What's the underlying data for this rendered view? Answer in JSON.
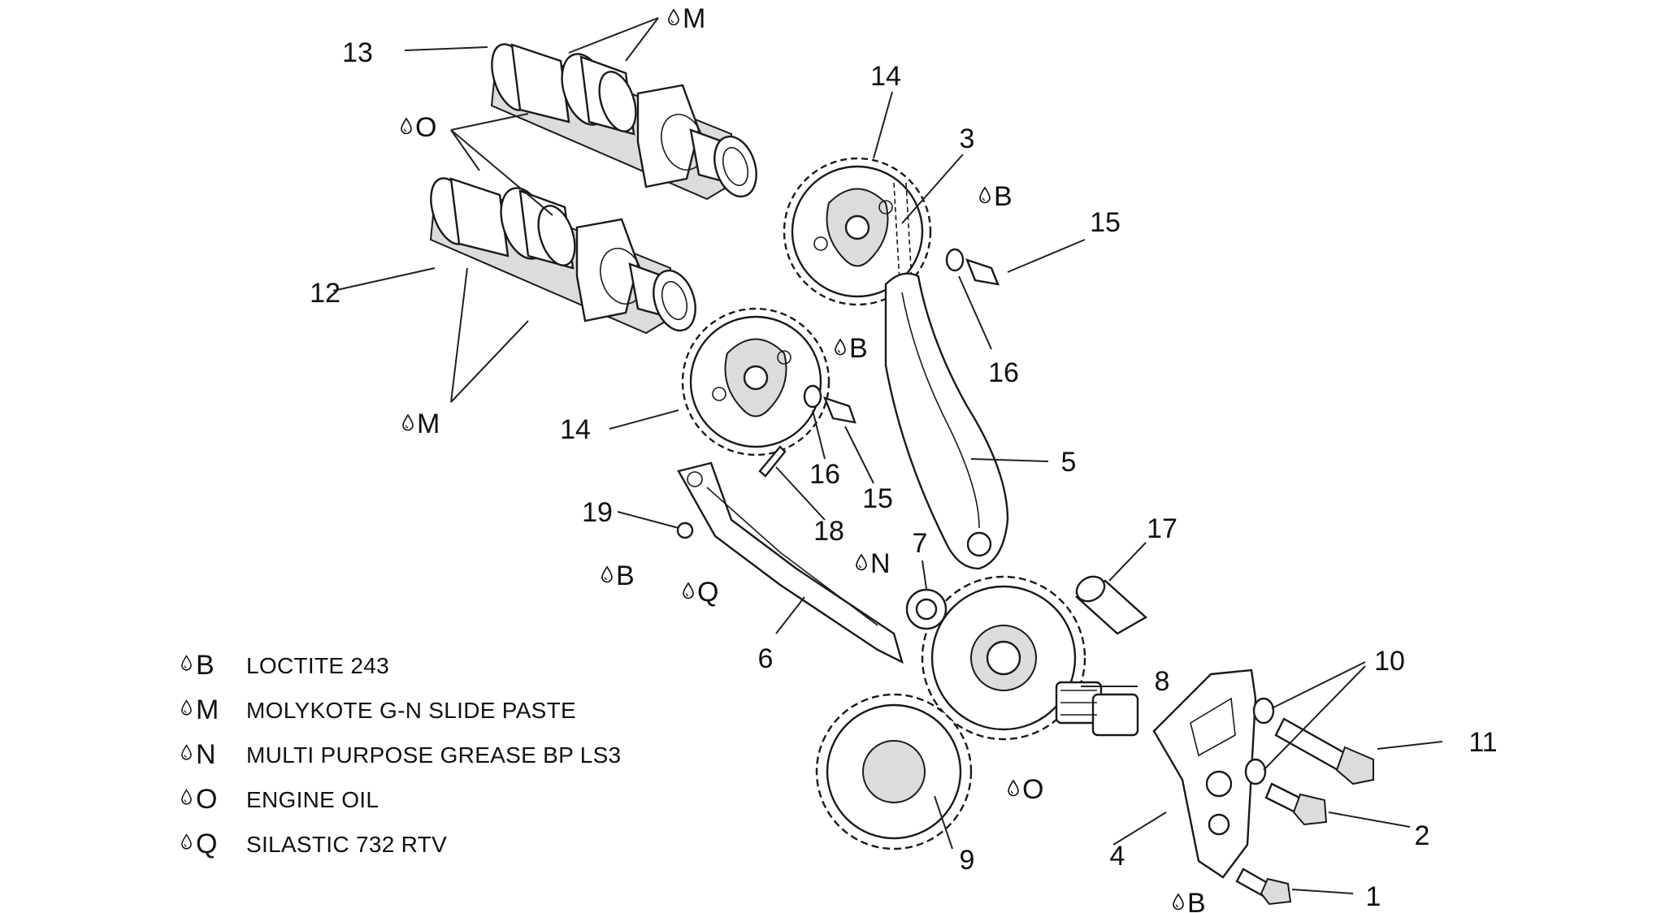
{
  "callouts": [
    {
      "id": "13",
      "label": "13"
    },
    {
      "id": "12",
      "label": "12"
    },
    {
      "id": "14a",
      "label": "14"
    },
    {
      "id": "14b",
      "label": "14"
    },
    {
      "id": "3",
      "label": "3"
    },
    {
      "id": "15a",
      "label": "15"
    },
    {
      "id": "16a",
      "label": "16"
    },
    {
      "id": "16b",
      "label": "16"
    },
    {
      "id": "15b",
      "label": "15"
    },
    {
      "id": "5",
      "label": "5"
    },
    {
      "id": "18",
      "label": "18"
    },
    {
      "id": "19",
      "label": "19"
    },
    {
      "id": "7",
      "label": "7"
    },
    {
      "id": "17",
      "label": "17"
    },
    {
      "id": "6",
      "label": "6"
    },
    {
      "id": "8",
      "label": "8"
    },
    {
      "id": "10",
      "label": "10"
    },
    {
      "id": "11",
      "label": "11"
    },
    {
      "id": "2",
      "label": "2"
    },
    {
      "id": "9",
      "label": "9"
    },
    {
      "id": "4",
      "label": "4"
    },
    {
      "id": "1",
      "label": "1"
    }
  ],
  "lube_marks": [
    {
      "id": "m-top",
      "letter": "M"
    },
    {
      "id": "o-top",
      "letter": "O"
    },
    {
      "id": "m-mid",
      "letter": "M"
    },
    {
      "id": "b-15",
      "letter": "B"
    },
    {
      "id": "b-15b",
      "letter": "B"
    },
    {
      "id": "b-19",
      "letter": "B"
    },
    {
      "id": "q-6",
      "letter": "Q"
    },
    {
      "id": "n-7",
      "letter": "N"
    },
    {
      "id": "o-8",
      "letter": "O"
    },
    {
      "id": "b-1",
      "letter": "B"
    }
  ],
  "legend": [
    {
      "code": "B",
      "text": "LOCTITE 243"
    },
    {
      "code": "M",
      "text": "MOLYKOTE G-N SLIDE PASTE"
    },
    {
      "code": "N",
      "text": "MULTI PURPOSE GREASE BP LS3"
    },
    {
      "code": "O",
      "text": "ENGINE OIL"
    },
    {
      "code": "Q",
      "text": "SILASTIC 732 RTV"
    }
  ]
}
